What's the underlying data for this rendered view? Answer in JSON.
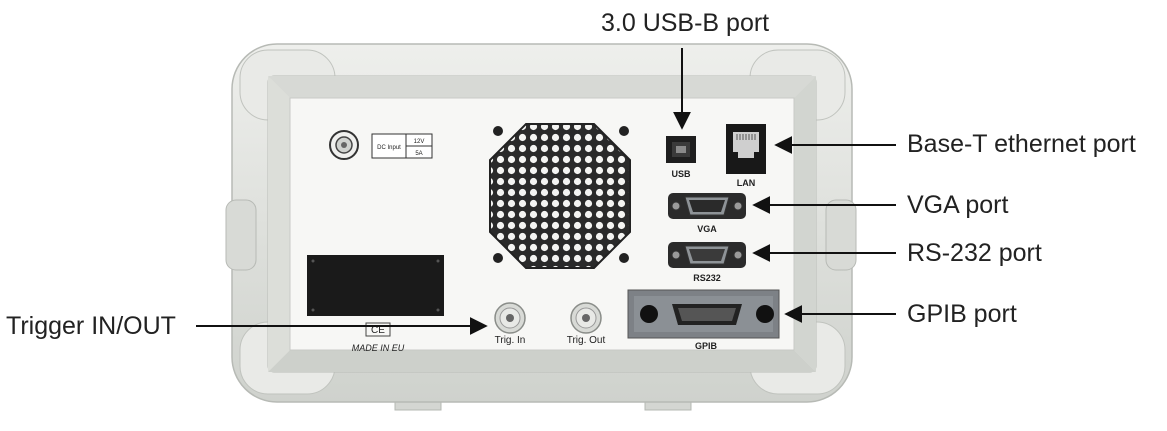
{
  "callouts": {
    "usb_b": "3.0 USB-B port",
    "ethernet": "Base-T ethernet port",
    "vga": "VGA port",
    "rs232": "RS-232 port",
    "gpib": "GPIB port",
    "trigger": "Trigger IN/OUT"
  },
  "panel_labels": {
    "dc_input": "DC Input",
    "voltage": "12V",
    "current": "5A",
    "usb": "USB",
    "lan": "LAN",
    "vga": "VGA",
    "rs232": "RS232",
    "gpib": "GPIB",
    "trig_in": "Trig. In",
    "trig_out": "Trig. Out",
    "ce_mark": "CE",
    "made_in": "MADE IN EU"
  },
  "colors": {
    "bumper": "#e4e6e2",
    "bumper_shadow": "#c9ccc7",
    "panel": "#f7f7f5",
    "connector_dark": "#1c1c1c",
    "connector_metal": "#9ea3a7",
    "leader_line": "#111111"
  }
}
